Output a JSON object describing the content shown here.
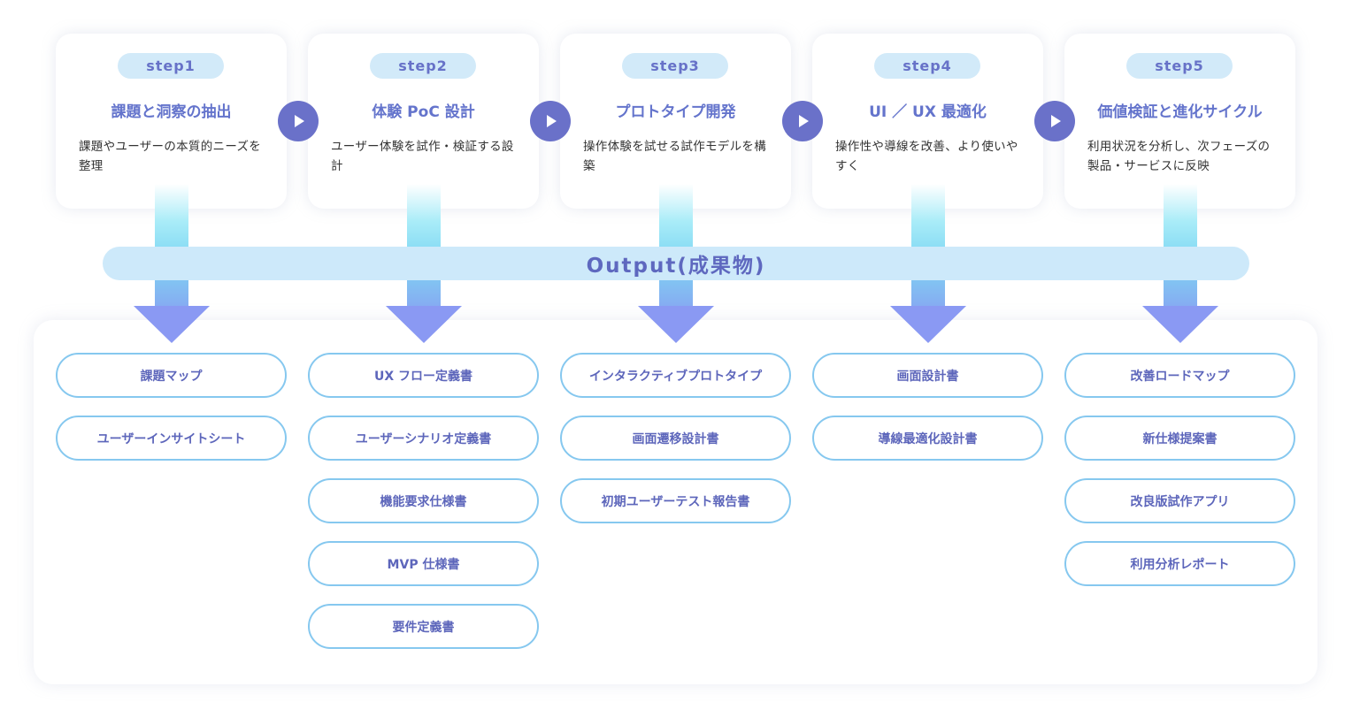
{
  "steps": [
    {
      "label": "step1",
      "title": "課題と洞察の抽出",
      "description": "課題やユーザーの本質的ニーズを整理"
    },
    {
      "label": "step2",
      "title": "体験 PoC 設計",
      "description": "ユーザー体験を試作・検証する設計"
    },
    {
      "label": "step3",
      "title": "プロトタイプ開発",
      "description": "操作体験を試せる試作モデルを構築"
    },
    {
      "label": "step4",
      "title": "UI ／ UX 最適化",
      "description": "操作性や導線を改善、より使いやすく"
    },
    {
      "label": "step5",
      "title": "価値検証と進化サイクル",
      "description": "利用状況を分析し、次フェーズの製品・サービスに反映"
    }
  ],
  "output_band": {
    "label": "Output(成果物)"
  },
  "deliverables": [
    [
      "課題マップ",
      "ユーザーインサイトシート"
    ],
    [
      "UX フロー定義書",
      "ユーザーシナリオ定義書",
      "機能要求仕様書",
      "MVP 仕様書",
      "要件定義書"
    ],
    [
      "インタラクティブプロトタイプ",
      "画面遷移設計書",
      "初期ユーザーテスト報告書"
    ],
    [
      "画面設計書",
      "導線最適化設計書"
    ],
    [
      "改善ロードマップ",
      "新仕様提案書",
      "改良版試作アプリ",
      "利用分析レポート"
    ]
  ],
  "icons": {
    "step_connector": "play-icon",
    "flow": "down-arrow-icon"
  },
  "colors": {
    "accent": "#6a71c9",
    "step_pill": "#d2eaf9",
    "band": "#cde9fa",
    "arrow_head": "#8a99f3",
    "deliverable_border": "#86c8ef"
  }
}
